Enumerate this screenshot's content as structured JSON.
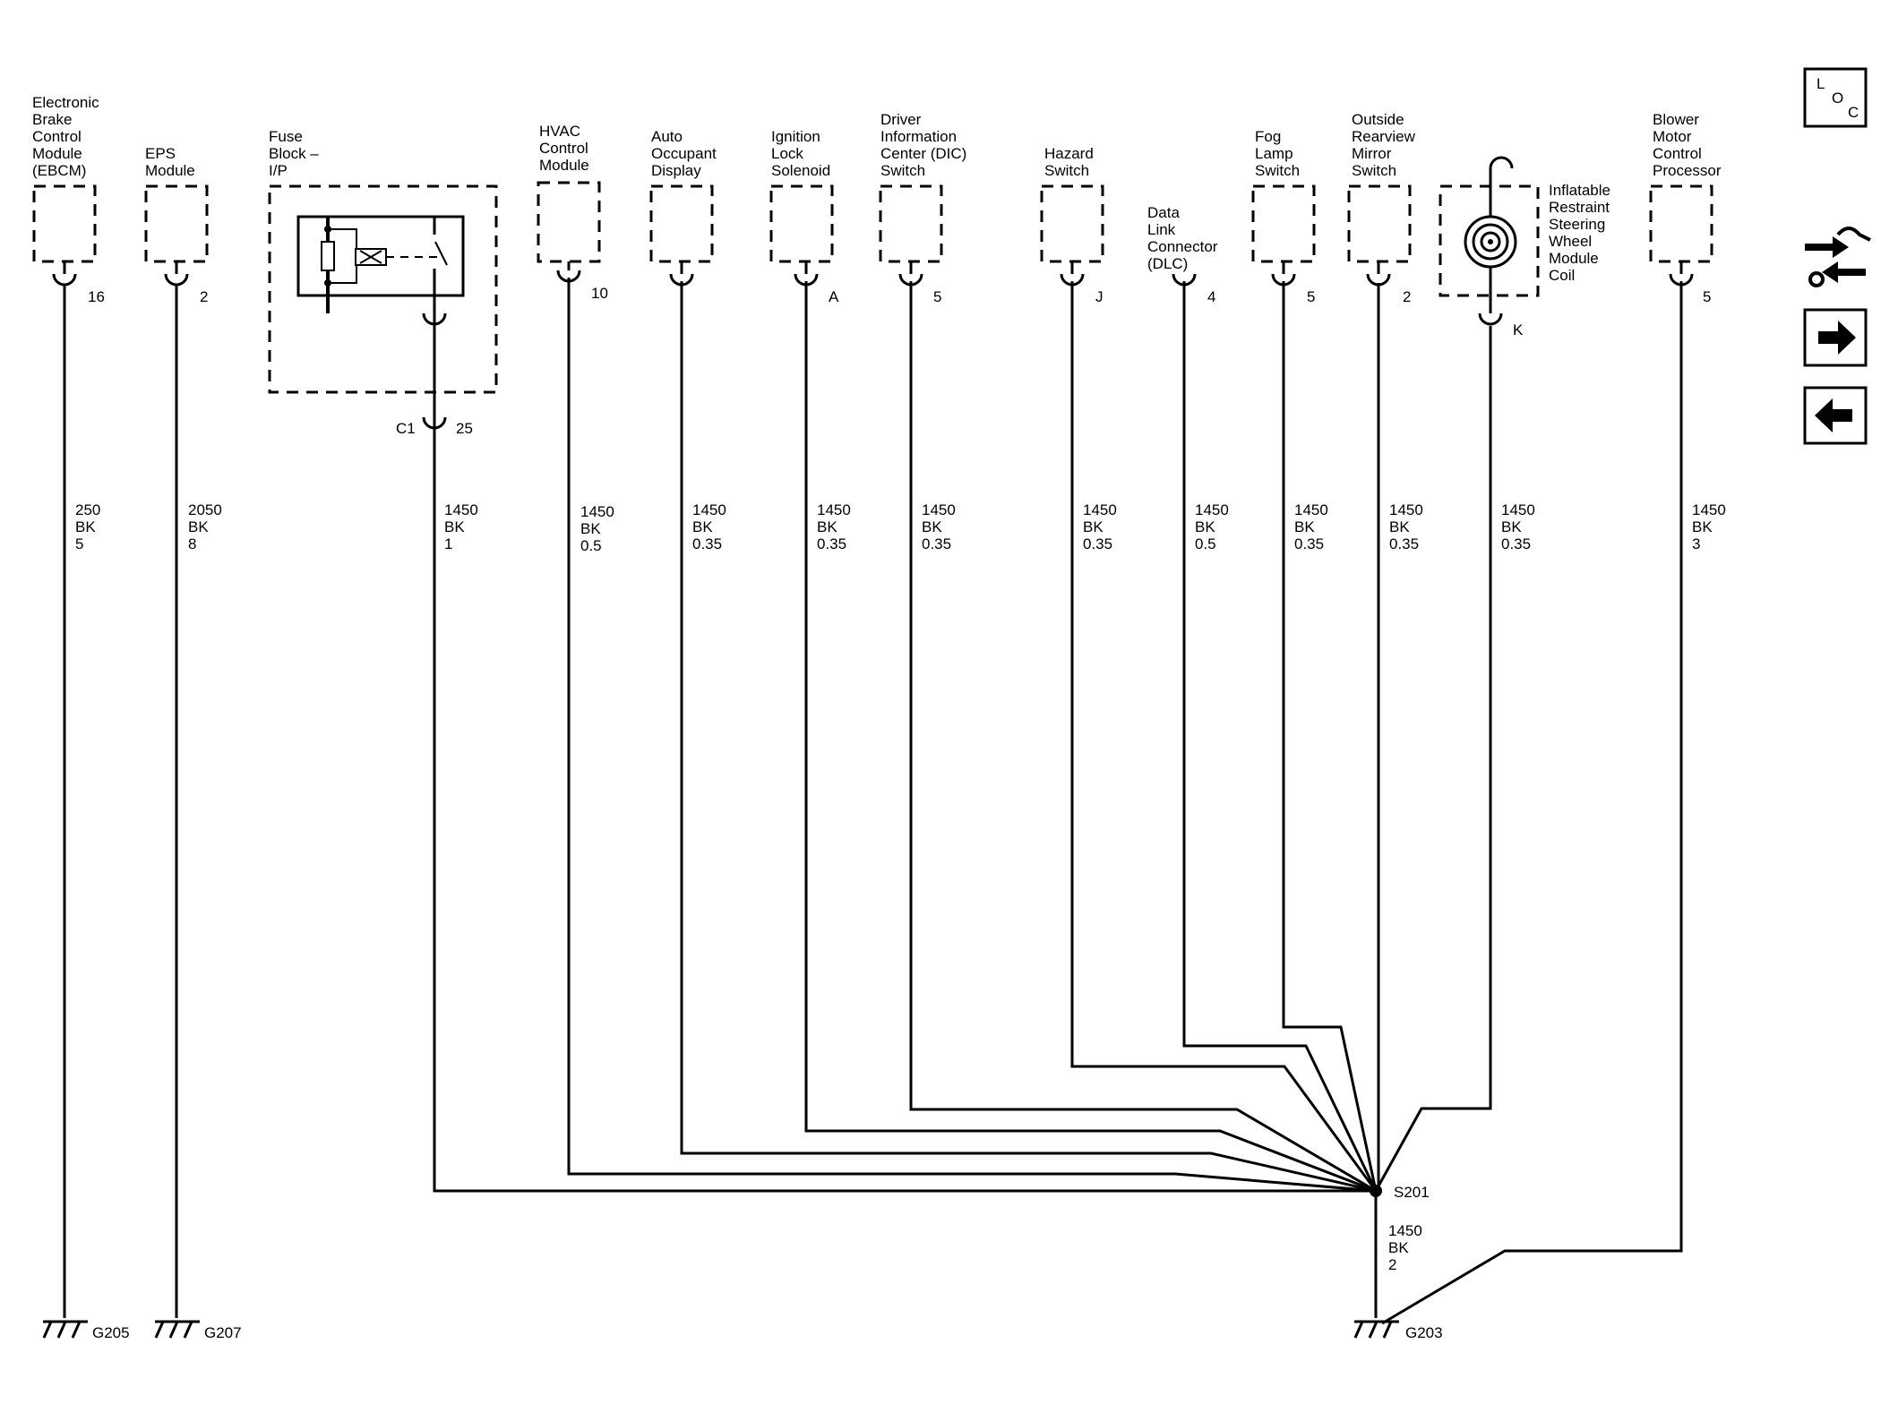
{
  "components": {
    "ebcm": {
      "name": [
        "Electronic",
        "Brake",
        "Control",
        "Module",
        "(EBCM)"
      ],
      "pin": "16",
      "wire": [
        "250",
        "BK",
        "5"
      ],
      "ground": "G205"
    },
    "eps": {
      "name": [
        "EPS",
        "Module"
      ],
      "pin": "2",
      "wire": [
        "2050",
        "BK",
        "8"
      ],
      "ground": "G207"
    },
    "fuse": {
      "name": [
        "Fuse",
        "Block –",
        "I/P"
      ],
      "connector": "C1",
      "pin": "25",
      "wire": [
        "1450",
        "BK",
        "1"
      ]
    },
    "hvac": {
      "name": [
        "HVAC",
        "Control",
        "Module"
      ],
      "pin": "10",
      "wire": [
        "1450",
        "BK",
        "0.5"
      ]
    },
    "aod": {
      "name": [
        "Auto",
        "Occupant",
        "Display"
      ],
      "wire": [
        "1450",
        "BK",
        "0.35"
      ]
    },
    "ils": {
      "name": [
        "Ignition",
        "Lock",
        "Solenoid"
      ],
      "pin": "A",
      "wire": [
        "1450",
        "BK",
        "0.35"
      ]
    },
    "dic": {
      "name": [
        "Driver",
        "Information",
        "Center (DIC)",
        "Switch"
      ],
      "pin": "5",
      "wire": [
        "1450",
        "BK",
        "0.35"
      ]
    },
    "hazard": {
      "name": [
        "Hazard",
        "Switch"
      ],
      "pin": "J",
      "wire": [
        "1450",
        "BK",
        "0.35"
      ]
    },
    "dlc": {
      "name": [
        "Data",
        "Link",
        "Connector",
        "(DLC)"
      ],
      "pin": "4",
      "wire": [
        "1450",
        "BK",
        "0.5"
      ]
    },
    "fog": {
      "name": [
        "Fog",
        "Lamp",
        "Switch"
      ],
      "pin": "5",
      "wire": [
        "1450",
        "BK",
        "0.35"
      ]
    },
    "mirror": {
      "name": [
        "Outside",
        "Rearview",
        "Mirror",
        "Switch"
      ],
      "pin": "2",
      "wire": [
        "1450",
        "BK",
        "0.35"
      ]
    },
    "coil": {
      "name": [
        "Inflatable",
        "Restraint",
        "Steering",
        "Wheel",
        "Module",
        "Coil"
      ],
      "pin": "K",
      "wire": [
        "1450",
        "BK",
        "0.35"
      ]
    },
    "blower": {
      "name": [
        "Blower",
        "Motor",
        "Control",
        "Processor"
      ],
      "pin": "5",
      "wire": [
        "1450",
        "BK",
        "3"
      ]
    }
  },
  "splice": {
    "name": "S201",
    "wire": [
      "1450",
      "BK",
      "2"
    ],
    "ground": "G203"
  },
  "nav": {
    "loc_letters": [
      "L",
      "O",
      "C"
    ],
    "icons": [
      "location-icon",
      "connector-icon",
      "next-arrow-icon",
      "previous-arrow-icon"
    ]
  }
}
